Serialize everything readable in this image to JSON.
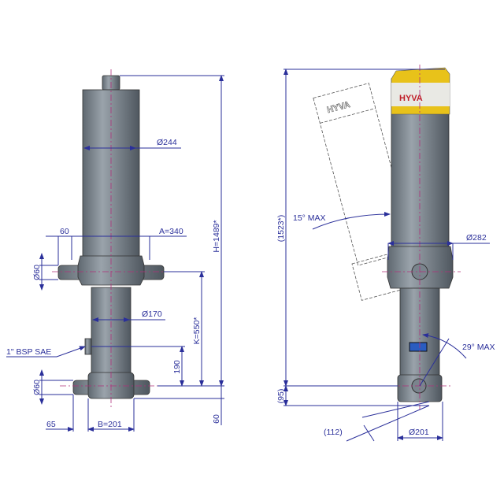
{
  "front_view": {
    "dimensions": {
      "diameter_top": "Ø244",
      "trunnion_offset": "60",
      "a_width": "A=340",
      "trunnion_dia_upper": "Ø60",
      "diameter_lower": "Ø170",
      "port_label": "1\" BSP SAE",
      "port_height": "190",
      "k_height": "K=550*",
      "total_height": "H=1489*",
      "trunnion_dia_lower": "Ø60",
      "base_offset": "60",
      "bottom_offset": "65",
      "b_width": "B=201"
    }
  },
  "side_view": {
    "logo": "HYVA",
    "dimensions": {
      "tilt_angle": "15° MAX",
      "collar_diameter": "Ø282",
      "swing_angle": "29° MAX",
      "total_height": "(1523*)",
      "base_height": "(95)",
      "swing_offset": "(112)",
      "base_diameter": "Ø201"
    }
  },
  "colors": {
    "dimension": "#2a2f9a",
    "centerline": "#b0307a",
    "cap_yellow": "#e8c21a",
    "steel": "#8a949e"
  }
}
